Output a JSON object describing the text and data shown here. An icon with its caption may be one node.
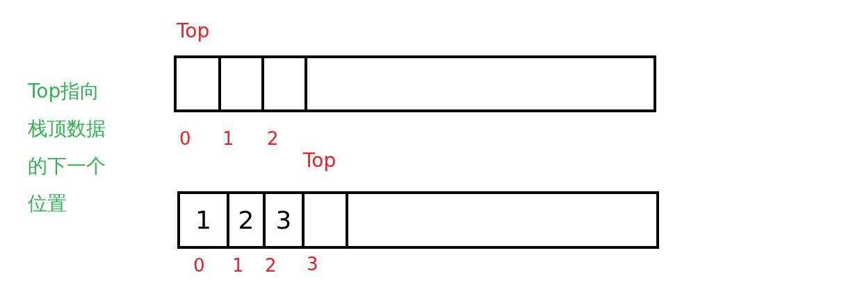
{
  "diagram": {
    "nodes": [
      {
        "text": [],
        "shape": "box"
      },
      {
        "text": [],
        "shape": "box"
      },
      {
        "text": [],
        "shape": "box"
      },
      {
        "text": [],
        "shape": "box"
      },
      {
        "text": [
          "1"
        ]
      },
      {
        "text": [
          "2"
        ]
      },
      {
        "text": [
          "3"
        ]
      },
      {
        "text": [],
        "shape": "box"
      },
      {
        "text": [],
        "shape": "box"
      }
    ],
    "labels": [
      "Top",
      "Top指向栈顶数据的下一个位置",
      "0",
      "1",
      "2",
      "Top",
      "0",
      "1",
      "2",
      "3"
    ]
  }
}
